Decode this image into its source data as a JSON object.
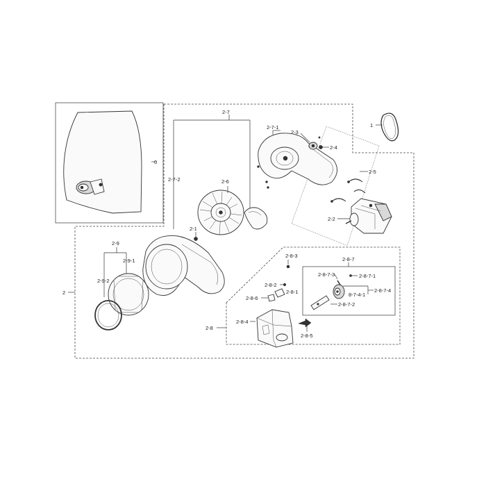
{
  "labels": {
    "l0": "0",
    "l1": "1",
    "l2": "2",
    "l2_1": "2-1",
    "l2_2": "2-2",
    "l2_3": "2-3",
    "l2_4": "2-4",
    "l2_5": "2-5",
    "l2_6": "2-6",
    "l2_7": "2-7",
    "l2_7_1": "2-7-1",
    "l2_7_2": "2-7-2",
    "l2_8": "2-8",
    "l2_8_1": "2-8-1",
    "l2_8_2": "2-8-2",
    "l2_8_3": "2-8-3",
    "l2_8_4": "2-8-4",
    "l2_8_5": "2-8-5",
    "l2_8_6": "2-8-6",
    "l2_8_7": "2-8-7",
    "l2_8_7_1": "2-8-7-1",
    "l2_8_7_2": "2-8-7-2",
    "l2_8_7_3": "2-8-7-3",
    "l2_8_7_4": "2-8-7-4",
    "l8_7_4_1": "8-7-4-1",
    "l2_9": "2-9",
    "l2_9_1": "2-9-1",
    "l2_9_2": "2-9-2"
  }
}
